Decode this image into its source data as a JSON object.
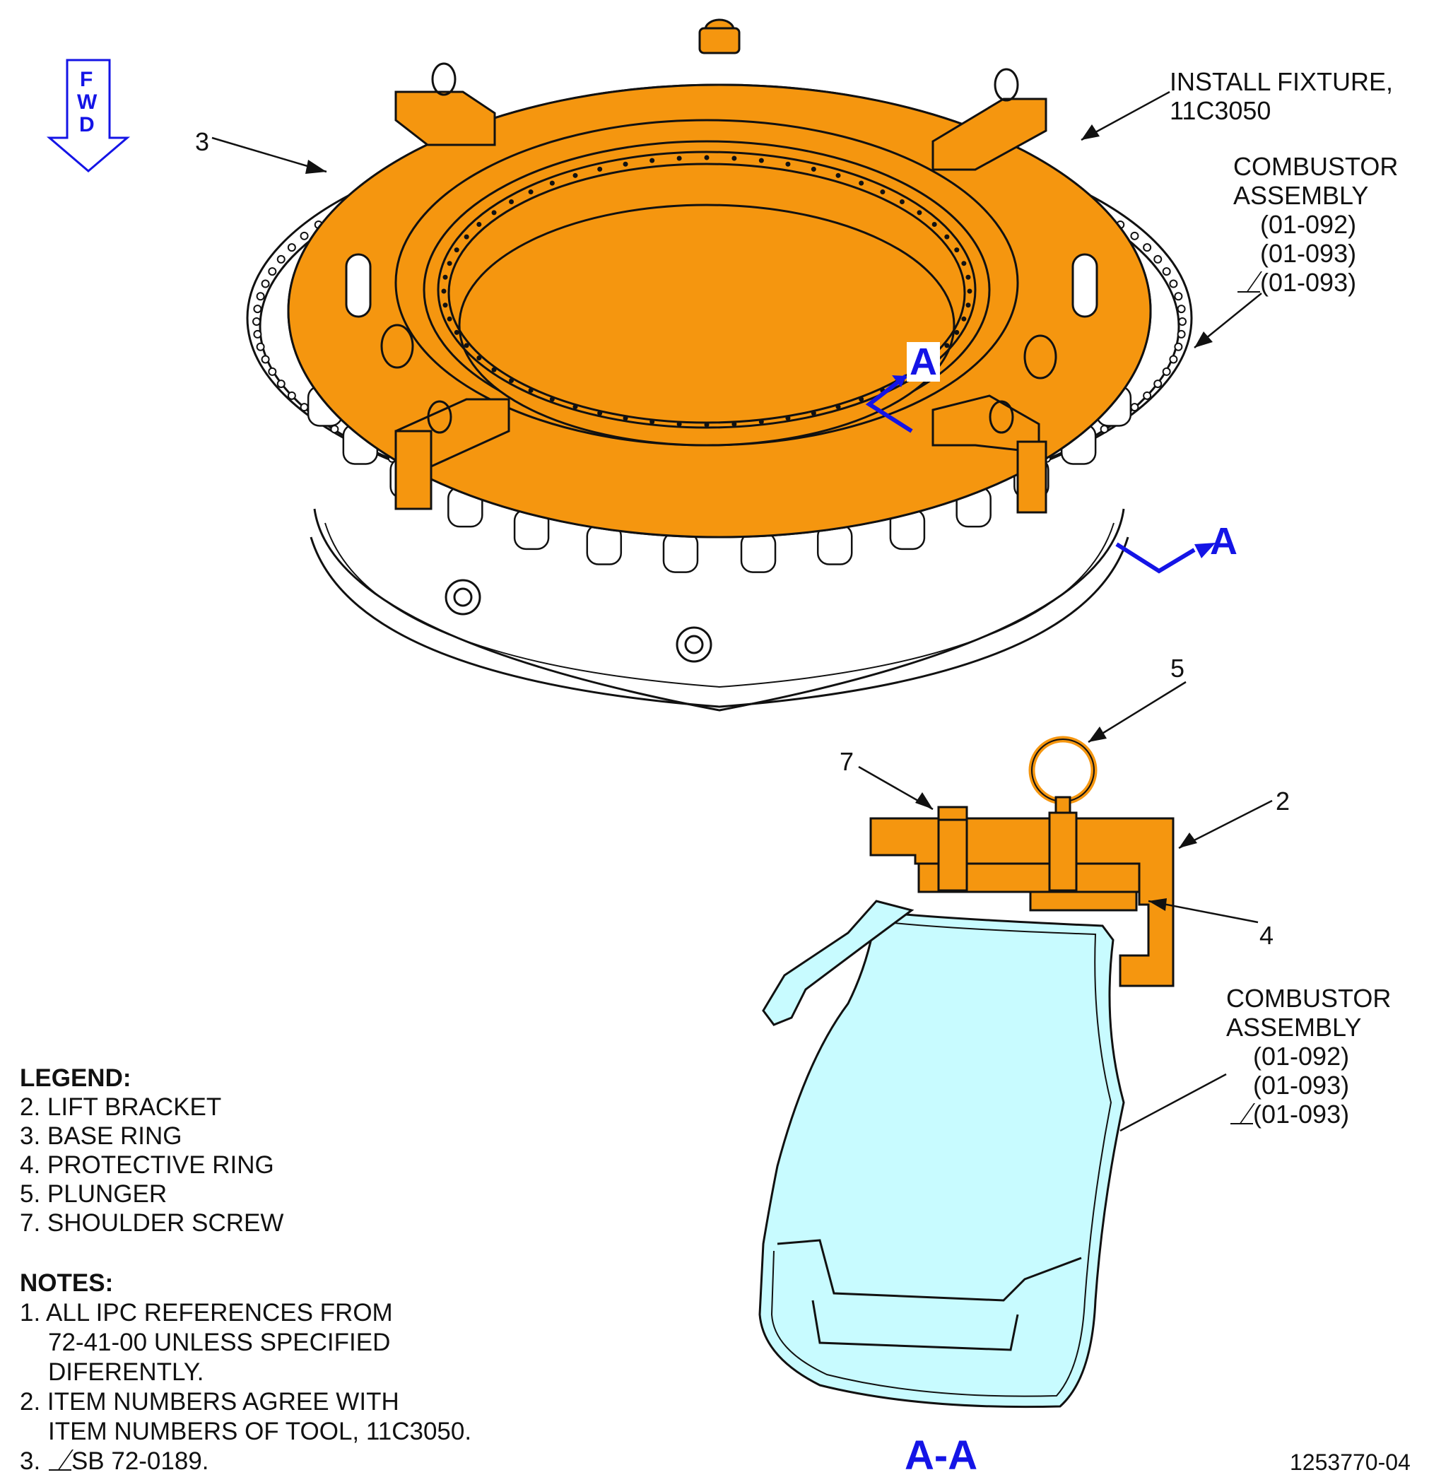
{
  "fwd_arrow": {
    "letters": [
      "F",
      "W",
      "D"
    ]
  },
  "callouts": {
    "item_3": "3",
    "item_5": "5",
    "item_7": "7",
    "item_2": "2",
    "item_4": "4",
    "install_fixture": [
      "INSTALL FIXTURE,",
      "11C3050"
    ],
    "combustor_top": [
      "COMBUSTOR",
      "ASSEMBLY",
      "(01-092)",
      "(01-093)",
      "(01-093)"
    ],
    "combustor_bottom": [
      "COMBUSTOR",
      "ASSEMBLY",
      "(01-092)",
      "(01-093)",
      "(01-093)"
    ]
  },
  "section_marks": {
    "a_upper": "A",
    "a_right": "A",
    "section_title": "A-A"
  },
  "legend": {
    "title": "LEGEND:",
    "items": [
      "2. LIFT BRACKET",
      "3. BASE RING",
      "4. PROTECTIVE RING",
      "5. PLUNGER",
      "7. SHOULDER SCREW"
    ]
  },
  "notes": {
    "title": "NOTES:",
    "items": [
      [
        "1. ALL IPC REFERENCES FROM",
        "72-41-00 UNLESS SPECIFIED",
        "DIFERENTLY."
      ],
      [
        "2. ITEM NUMBERS AGREE WITH",
        "ITEM NUMBERS OF TOOL, 11C3050."
      ],
      [
        "3.",
        "SB 72-0189."
      ]
    ]
  },
  "figure_number": "1253770-04",
  "colors": {
    "fixture": "#f5960f",
    "combustor": "#c8fbff",
    "blue_marks": "#1414e6",
    "line": "#111111"
  }
}
